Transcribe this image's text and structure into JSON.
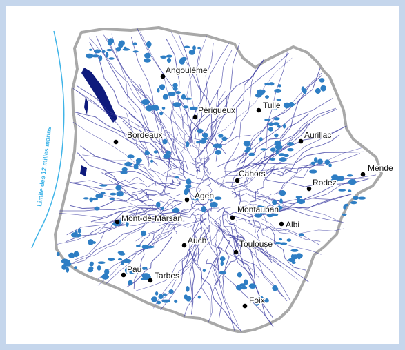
{
  "map": {
    "limit_label": "Limite des 12 milles marins",
    "cities": [
      {
        "name": "Angoulême"
      },
      {
        "name": "Périgueux"
      },
      {
        "name": "Tulle"
      },
      {
        "name": "Aurillac"
      },
      {
        "name": "Bordeaux"
      },
      {
        "name": "Cahors"
      },
      {
        "name": "Mende"
      },
      {
        "name": "Rodez"
      },
      {
        "name": "Agen"
      },
      {
        "name": "Montauban"
      },
      {
        "name": "Mont-de-Marsan"
      },
      {
        "name": "Albi"
      },
      {
        "name": "Auch"
      },
      {
        "name": "Toulouse"
      },
      {
        "name": "Pau"
      },
      {
        "name": "Tarbes"
      },
      {
        "name": "Foix"
      }
    ],
    "colors": {
      "background": "#c5d6ec",
      "region_fill": "#ffffff",
      "border": "#a8a8a8",
      "rivers": "#3a3aa0",
      "water_bodies": "#2e7ec4",
      "estuary": "#0e1a7c",
      "limit_line": "#3fb4e8"
    }
  }
}
